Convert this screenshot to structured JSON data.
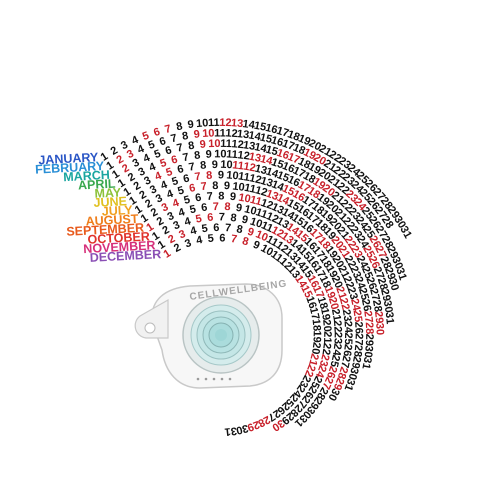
{
  "brand": {
    "name": "CELLWELLBEING"
  },
  "colors": {
    "black": "#111111",
    "red": "#c8202a"
  },
  "months": [
    {
      "label": "JANUARY",
      "color": "#2a56c6",
      "days": 31,
      "red": [
        5,
        6,
        7,
        12,
        13
      ]
    },
    {
      "label": "FEBRUARY",
      "color": "#2a8fd6",
      "days": 28,
      "red": [
        2,
        3,
        9,
        10,
        19,
        20
      ]
    },
    {
      "label": "MARCH",
      "color": "#1aa6a0",
      "days": 31,
      "red": [
        2,
        9,
        10,
        16,
        17,
        23,
        24
      ]
    },
    {
      "label": "APRIL",
      "color": "#3aa84e",
      "days": 30,
      "red": [
        5,
        6,
        13,
        14,
        19,
        20,
        26,
        27
      ]
    },
    {
      "label": "MAY",
      "color": "#8cc23a",
      "days": 31,
      "red": [
        4,
        5,
        11,
        12,
        17,
        18,
        25,
        26
      ]
    },
    {
      "label": "JUNE",
      "color": "#e0c020",
      "days": 30,
      "red": [
        7,
        8,
        15,
        16,
        22,
        23,
        29,
        30
      ]
    },
    {
      "label": "JULY",
      "color": "#f0a020",
      "days": 31,
      "red": [
        6,
        7,
        13,
        14,
        20,
        21,
        27,
        28
      ]
    },
    {
      "label": "AUGUST",
      "color": "#ef7d1a",
      "days": 31,
      "red": [
        3,
        4,
        10,
        11,
        17,
        18,
        24,
        25
      ]
    },
    {
      "label": "SEPTEMBER",
      "color": "#e85a1c",
      "days": 30,
      "red": [
        1,
        7,
        8,
        14,
        15,
        21,
        22,
        28,
        29
      ]
    },
    {
      "label": "OCTOBER",
      "color": "#e0322a",
      "days": 31,
      "red": [
        5,
        6,
        12,
        13,
        19,
        20,
        26,
        27
      ]
    },
    {
      "label": "NOVEMBER",
      "color": "#d62f7a",
      "days": 30,
      "red": [
        2,
        3,
        9,
        10,
        16,
        17,
        23,
        24,
        30
      ]
    },
    {
      "label": "DECEMBER",
      "color": "#8a4fb5",
      "days": 31,
      "red": [
        1,
        7,
        8,
        14,
        15,
        21,
        22,
        28,
        29
      ]
    }
  ]
}
